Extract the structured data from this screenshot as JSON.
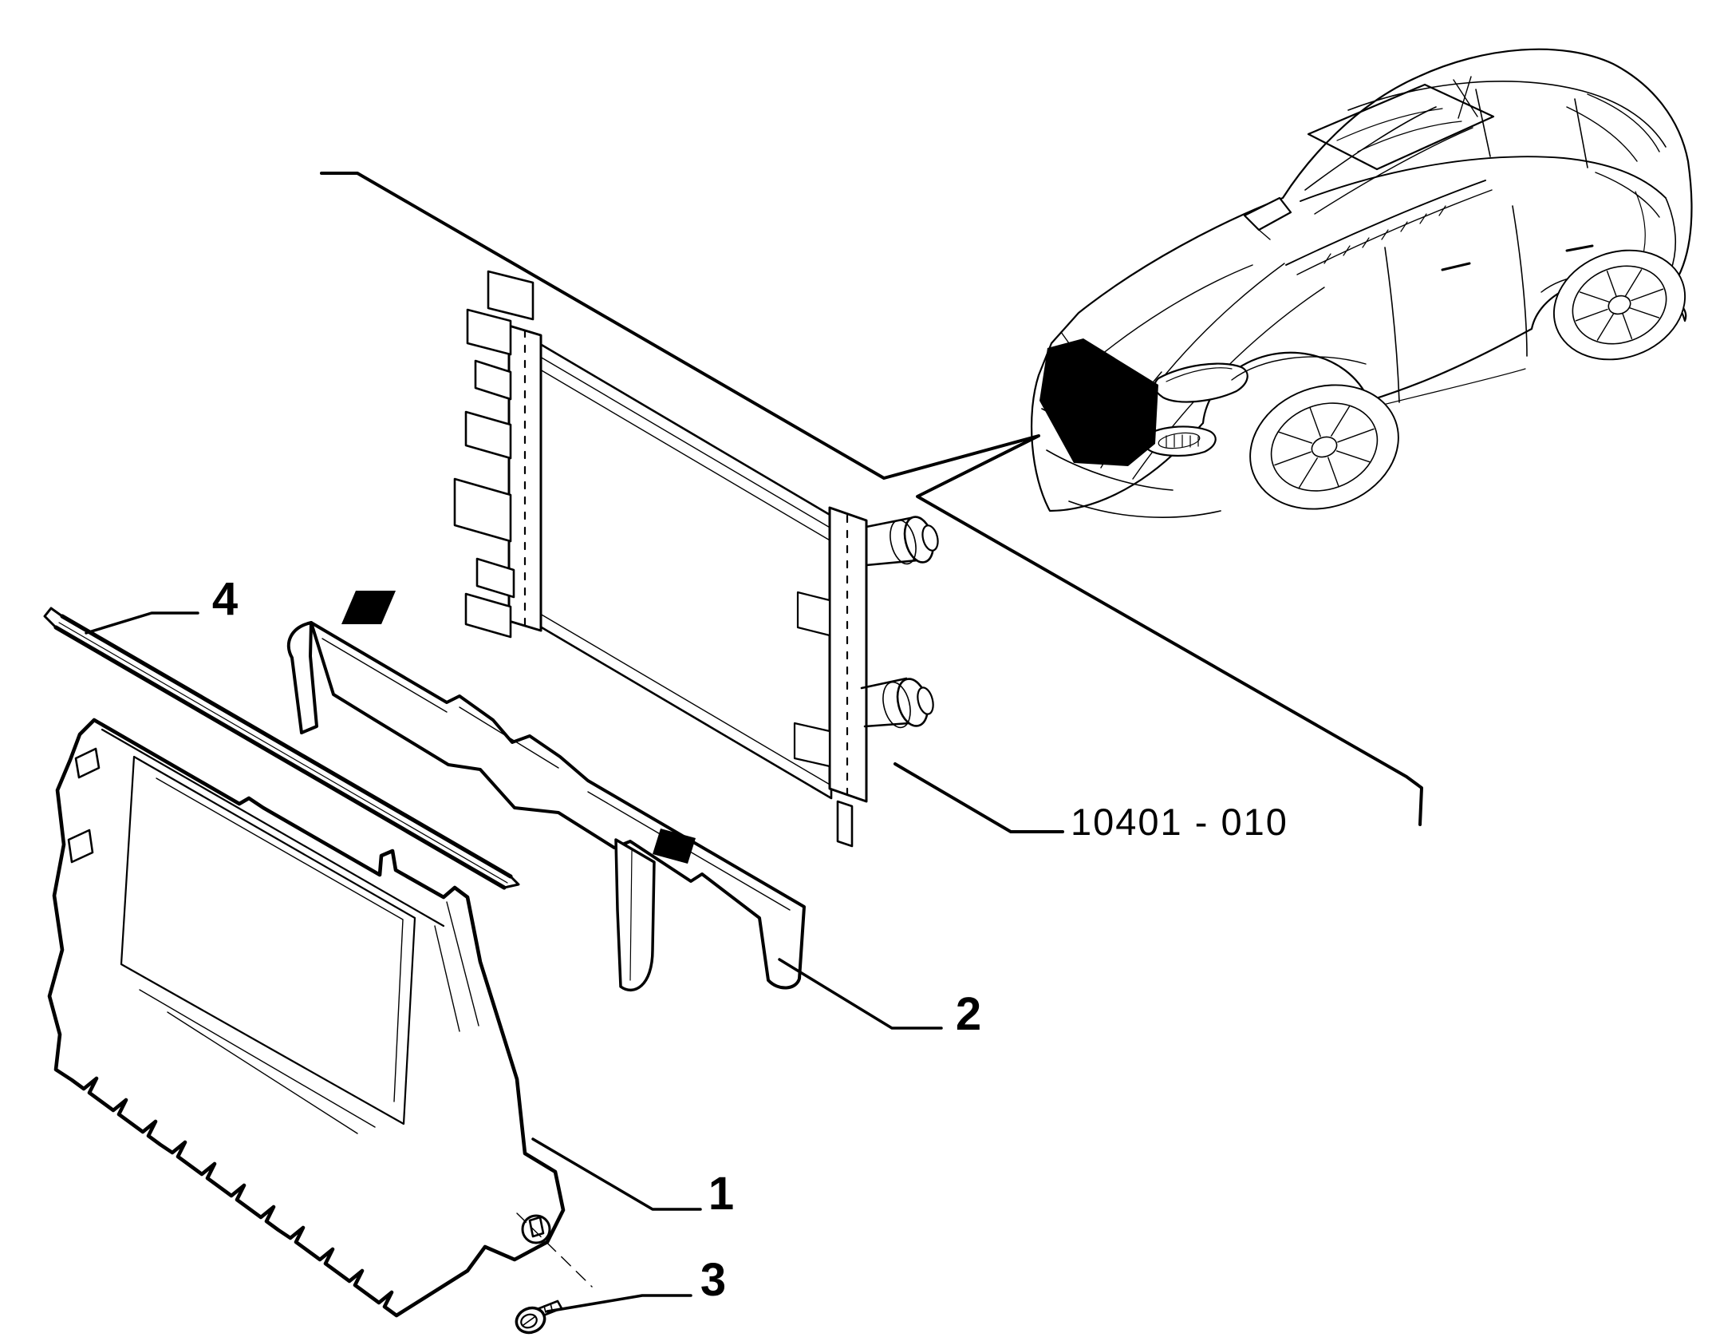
{
  "figure": {
    "code": "10401 - 010"
  },
  "callouts": [
    {
      "num": "1",
      "part": "air-duct-shroud"
    },
    {
      "num": "2",
      "part": "upper-air-baffle"
    },
    {
      "num": "3",
      "part": "fixing-screw"
    },
    {
      "num": "4",
      "part": "seal-strip"
    }
  ],
  "vehicle_thumbnail": {
    "highlighted_zone": "front-radiator-area"
  },
  "colors": {
    "line": "#000000",
    "background": "#ffffff",
    "highlight": "#000000"
  }
}
